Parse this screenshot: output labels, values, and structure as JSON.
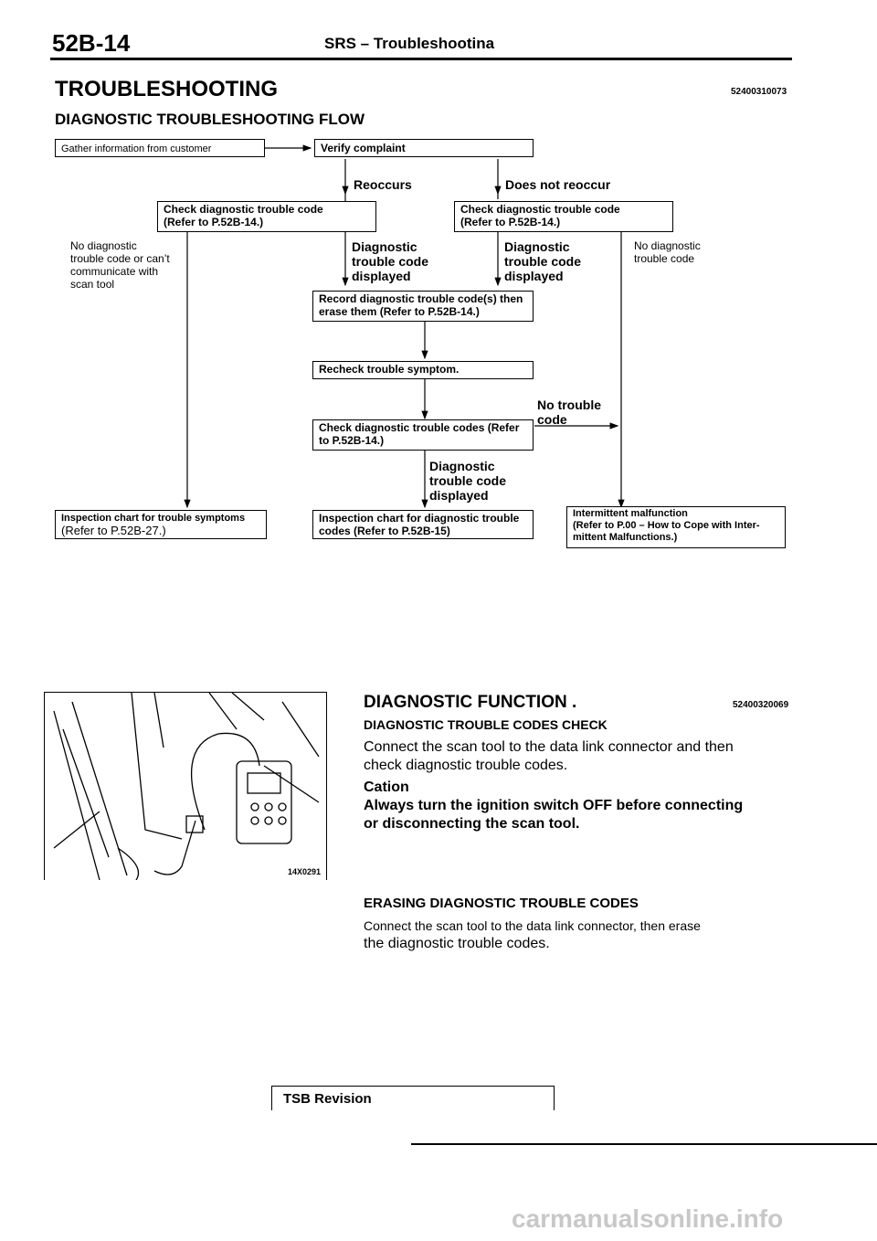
{
  "header": {
    "page_number": "52B-14",
    "section_title": "SRS – Troubleshootina"
  },
  "troubleshooting": {
    "title": "TROUBLESHOOTING",
    "code": "52400310073",
    "subtitle": "DIAGNOSTIC TROUBLESHOOTING FLOW"
  },
  "flow": {
    "gather": "Gather information from customer",
    "verify": "Verify complaint",
    "reoccurs": "Reoccurs",
    "not_reoccur": "Does not reoccur",
    "check_left": [
      "Check diagnostic trouble code",
      "(Refer to P.52B-14.)"
    ],
    "check_right": [
      "Check diagnostic trouble code",
      "(Refer to P.52B-14.)"
    ],
    "no_comm": [
      "No diagnostic",
      "trouble code or can’t",
      "communicate with",
      "scan tool"
    ],
    "dtc_displayed_left": [
      "Diagnostic",
      "trouble code",
      "displayed"
    ],
    "dtc_displayed_right": [
      "Diagnostic",
      "trouble code",
      "displayed"
    ],
    "no_dtc_right": [
      "No diagnostic",
      "trouble code"
    ],
    "record": [
      "Record diagnostic trouble code(s) then",
      "erase them (Refer to P.52B-14.)"
    ],
    "recheck": "Recheck trouble symptom.",
    "no_trouble_code": [
      "No trouble",
      "code"
    ],
    "check_codes": [
      "Check diagnostic trouble codes (Refer",
      "to P.52B-14.)"
    ],
    "dtc_displayed_mid": [
      "Diagnostic",
      "trouble code",
      "displayed"
    ],
    "chart_symptoms": [
      "Inspection chart for trouble symptoms",
      "(Refer to P.52B-27.)"
    ],
    "chart_codes": [
      "Inspection chart for diagnostic trouble",
      "codes (Refer to P.52B-15)"
    ],
    "intermittent": [
      "Intermittent malfunction",
      "(Refer to P.00 – How to Cope with Inter-",
      "mittent Malfunctions.)"
    ]
  },
  "diagnostic_function": {
    "title": "DIAGNOSTIC FUNCTION .",
    "code": "52400320069",
    "subheading": "DIAGNOSTIC TROUBLE CODES CHECK",
    "body": [
      "Connect the scan tool to the data link connector and then",
      "check diagnostic trouble codes."
    ],
    "caution_label": "Cation",
    "caution_text": [
      "Always turn the ignition switch OFF before connecting",
      "or disconnecting the scan tool."
    ],
    "figure_label": "14X0291"
  },
  "erasing": {
    "title": "ERASING DIAGNOSTIC TROUBLE CODES",
    "body": [
      "Connect the scan tool to the data link connector, then erase",
      "the diagnostic trouble codes."
    ]
  },
  "footer": {
    "tsb": "TSB Revision",
    "watermark": "carmanualsonline.info"
  }
}
